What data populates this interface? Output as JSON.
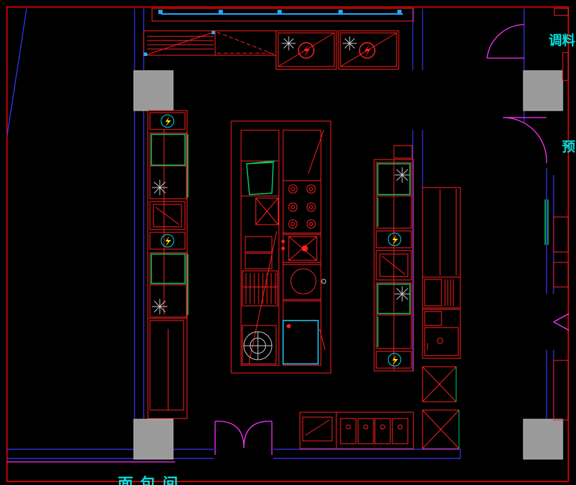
{
  "drawing": {
    "labels": {
      "top_right_room": "调料",
      "right_fragment": "预",
      "bottom_room": "面包间"
    },
    "colors": {
      "background": "#000000",
      "equipment": "#ff2020",
      "wall": "#3a3aff",
      "door": "#ff33ff",
      "column": "#9a9a9a",
      "cooler_panel": "#00cc66",
      "refrigeration_symbol": "#cccccc",
      "power_symbol": "#ffee00",
      "text": "#00e0e0",
      "border": "#ff0000",
      "highlight_blue": "#22aaff"
    },
    "icons": [
      "snowflake-icon",
      "lightning-icon",
      "door-swing-icon",
      "burner-icon"
    ]
  }
}
